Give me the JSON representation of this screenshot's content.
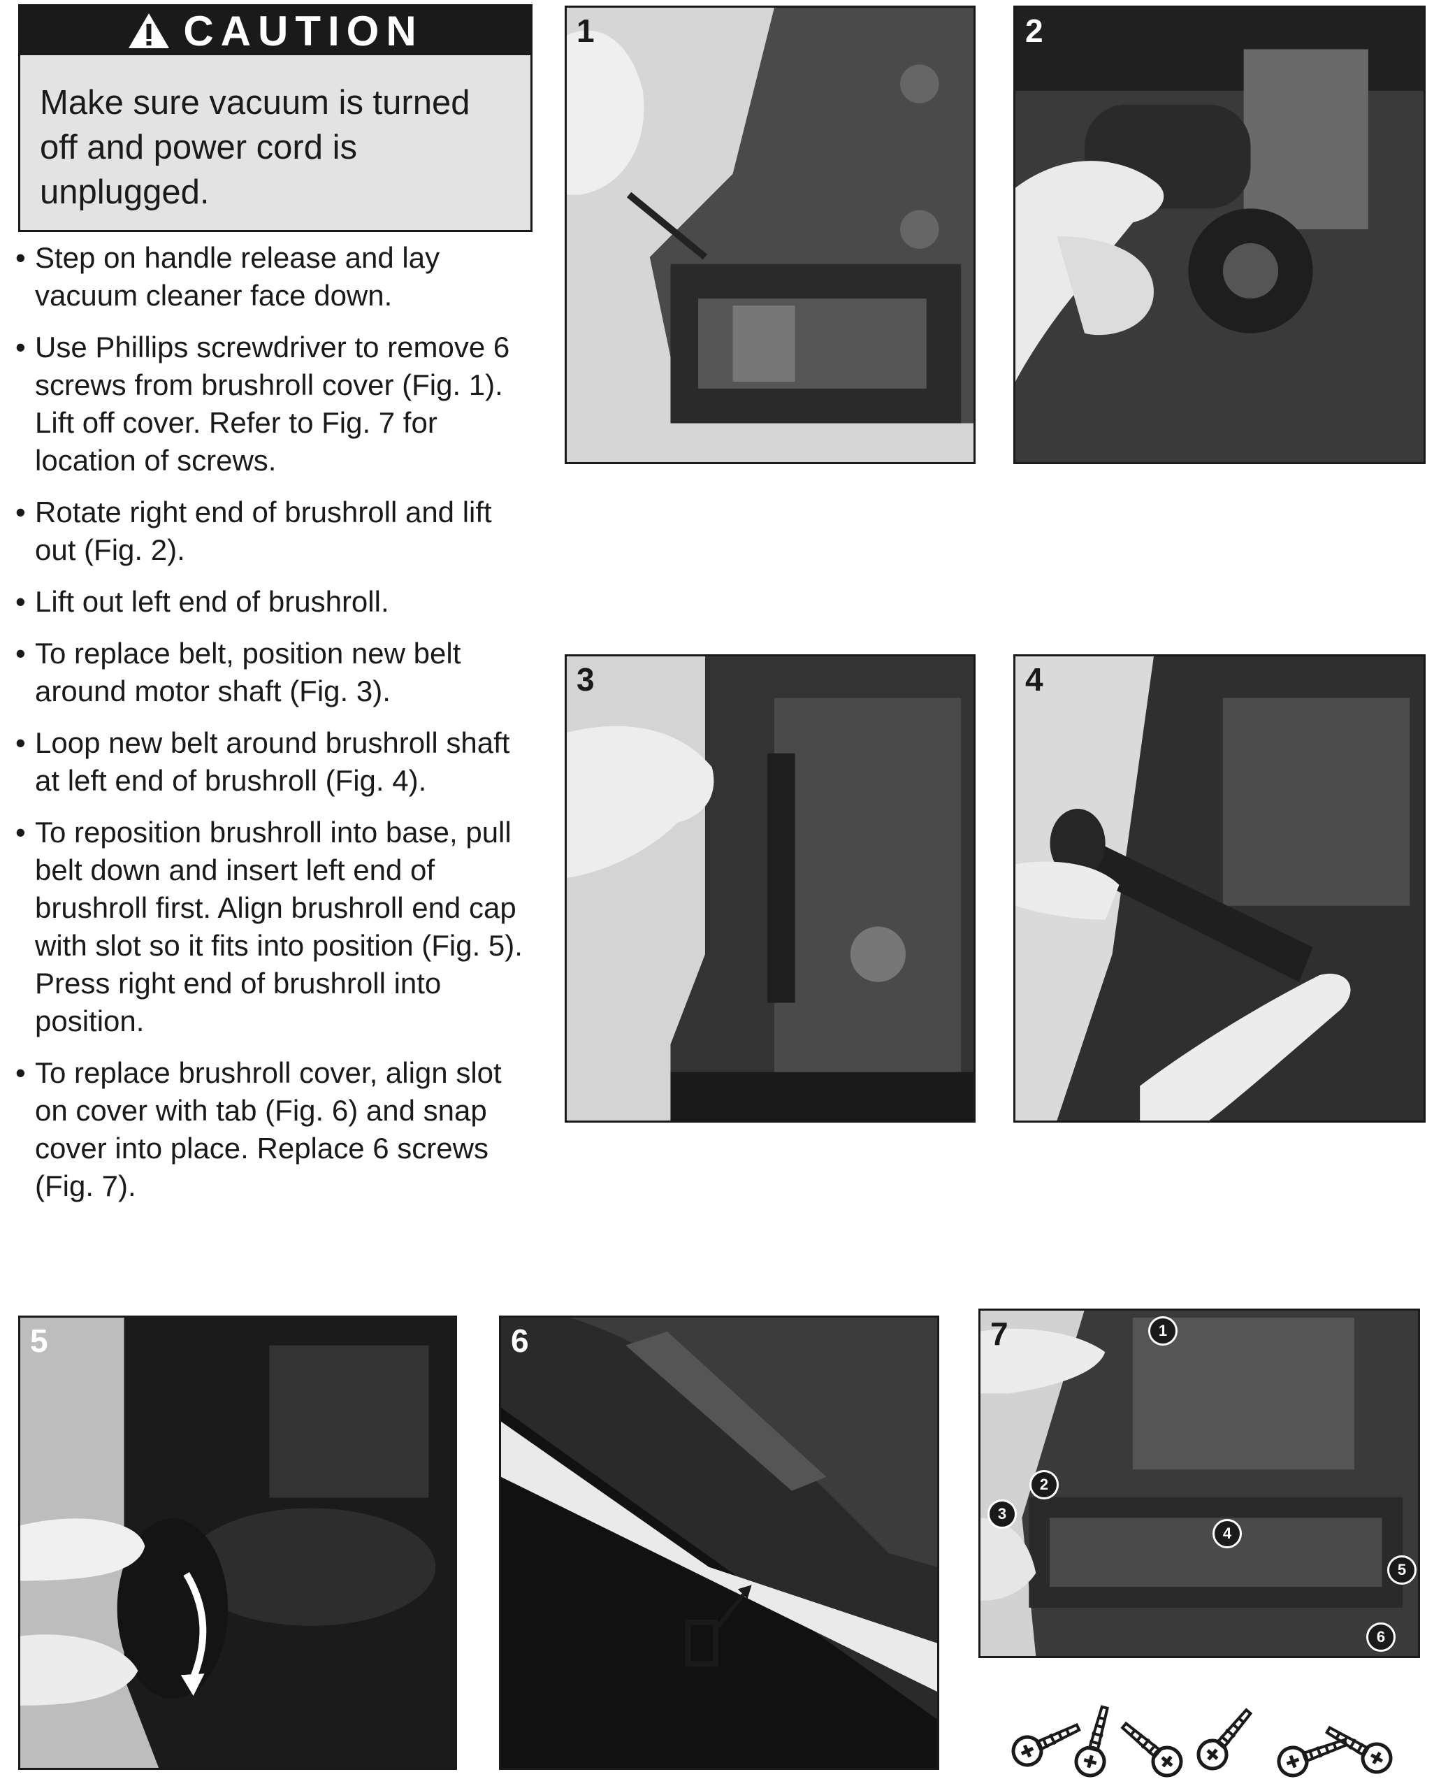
{
  "caution": {
    "title": "CAUTION",
    "message": "Make sure vacuum is turned off and power cord is unplugged."
  },
  "steps": [
    "Step on handle release and lay vacuum cleaner face down.",
    "Use Phillips screwdriver to remove 6 screws from brushroll cover (Fig. 1). Lift off cover. Refer to Fig. 7 for location of screws.",
    "Rotate right end of brushroll and lift out (Fig. 2).",
    "Lift out left end of brushroll.",
    "To replace belt, position new belt around motor shaft (Fig. 3).",
    "Loop new belt around brushroll shaft at left end of brushroll (Fig. 4).",
    "To reposition brushroll into base, pull belt down and insert left end of brushroll first. Align brushroll end cap with slot so it fits into position (Fig. 5). Press right end of brushroll into position.",
    "To replace brushroll cover, align slot on cover with tab (Fig. 6) and snap cover into place. Replace 6 screws (Fig. 7)."
  ],
  "figures": [
    {
      "number": "1"
    },
    {
      "number": "2"
    },
    {
      "number": "3"
    },
    {
      "number": "4"
    },
    {
      "number": "5"
    },
    {
      "number": "6"
    },
    {
      "number": "7",
      "callouts": [
        "1",
        "2",
        "3",
        "4",
        "5",
        "6"
      ]
    }
  ],
  "colors": {
    "ink": "#1a1a1a",
    "caution_bg": "#e3e3e3"
  }
}
